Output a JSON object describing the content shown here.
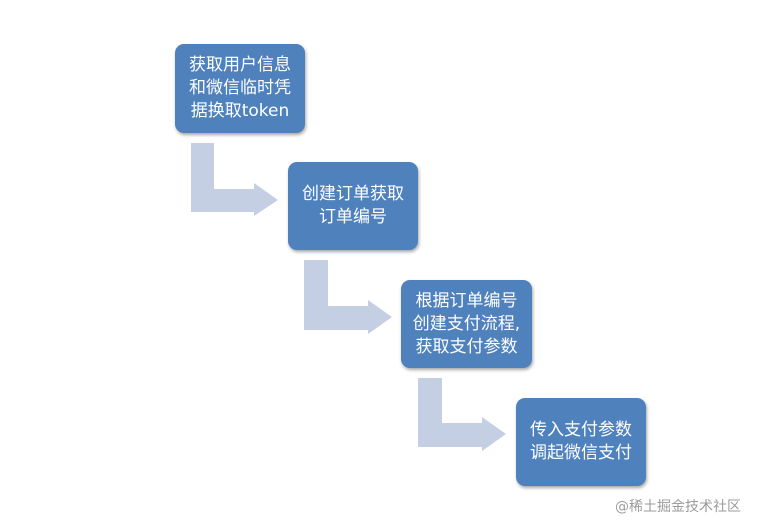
{
  "diagram": {
    "steps": [
      {
        "lines": [
          "获取用户信息",
          "和微信临时凭",
          "据换取token"
        ]
      },
      {
        "lines": [
          "创建订单获取",
          "订单编号"
        ]
      },
      {
        "lines": [
          "根据订单编号",
          "创建支付流程,",
          "获取支付参数"
        ]
      },
      {
        "lines": [
          "传入支付参数",
          "调起微信支付"
        ]
      }
    ],
    "colors": {
      "box": "#4f81bd",
      "arrow": "#c5cfe3",
      "text": "#ffffff"
    }
  },
  "watermark": "@稀土掘金技术社区"
}
